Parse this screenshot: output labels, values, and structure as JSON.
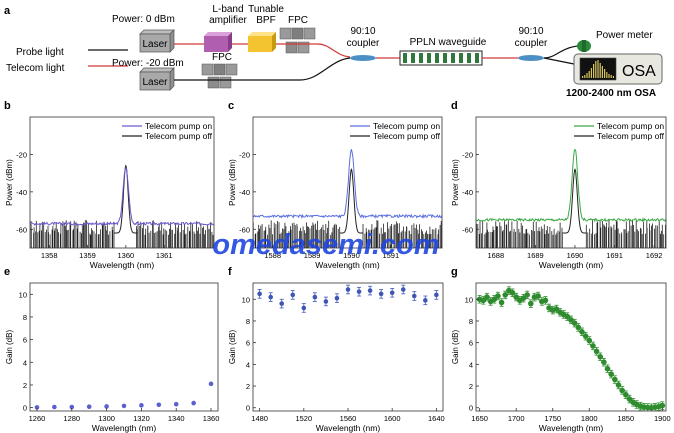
{
  "panel_labels": [
    "a",
    "b",
    "c",
    "d",
    "e",
    "f",
    "g"
  ],
  "setup": {
    "probe_light": "Probe light",
    "telecom_light": "Telecom light",
    "power_probe": "Power: 0 dBm",
    "power_telecom": "Power: -20 dBm",
    "laser": "Laser",
    "amplifier": [
      "L-band",
      "amplifier"
    ],
    "bpf": [
      "Tunable",
      "BPF"
    ],
    "fpc": "FPC",
    "coupler": [
      "90:10",
      "coupler"
    ],
    "waveguide": "PPLN waveguide",
    "power_meter": "Power meter",
    "osa": "OSA",
    "osa_range": "1200-2400 nm OSA"
  },
  "watermark": "omedasemi.com",
  "colors": {
    "pump_on_b": "#6a5acd",
    "pump_on_c": "#5b6ee1",
    "pump_on_d": "#3aa845",
    "pump_off": "#222222",
    "gain_e": "#5b5fd0",
    "gain_f": "#3f56b5",
    "gain_g": "#2e8b2e",
    "probe_line": "#111111",
    "telecom_line": "#d23a3a"
  },
  "chart_data": [
    {
      "id": "b",
      "type": "line",
      "xlabel": "Wavelength (nm)",
      "ylabel": "Power (dBm)",
      "xlim": [
        1357.5,
        1362.3
      ],
      "ylim": [
        -70,
        0
      ],
      "xticks": [
        1358,
        1359,
        1360,
        1361
      ],
      "yticks": [
        -60,
        -40,
        -20
      ],
      "series": [
        {
          "name": "Telecom pump on",
          "peak_x": 1360,
          "peak_y": -27,
          "baseline": -57
        },
        {
          "name": "Telecom pump off",
          "peak_x": 1360,
          "peak_y": -26,
          "baseline": -62
        }
      ]
    },
    {
      "id": "c",
      "type": "line",
      "xlabel": "Wavelength (nm)",
      "ylabel": "Power (dBm)",
      "xlim": [
        1587.5,
        1592.3
      ],
      "ylim": [
        -70,
        0
      ],
      "xticks": [
        1588,
        1589,
        1590,
        1591
      ],
      "yticks": [
        -60,
        -40,
        -20
      ],
      "series": [
        {
          "name": "Telecom pump on",
          "peak_x": 1590,
          "peak_y": -17,
          "baseline": -53
        },
        {
          "name": "Telecom pump off",
          "peak_x": 1590,
          "peak_y": -28,
          "baseline": -62
        }
      ]
    },
    {
      "id": "d",
      "type": "line",
      "xlabel": "Wavelength (nm)",
      "ylabel": "Power (dBm)",
      "xlim": [
        1687.5,
        1692.3
      ],
      "ylim": [
        -70,
        0
      ],
      "xticks": [
        1688,
        1689,
        1690,
        1691,
        1692
      ],
      "yticks": [
        -60,
        -40,
        -20
      ],
      "series": [
        {
          "name": "Telecom pump on",
          "peak_x": 1690,
          "peak_y": -17,
          "baseline": -55
        },
        {
          "name": "Telecom pump off",
          "peak_x": 1690,
          "peak_y": -28,
          "baseline": -62
        }
      ]
    },
    {
      "id": "e",
      "type": "scatter",
      "xlabel": "Wavelength (nm)",
      "ylabel": "Gain (dB)",
      "xlim": [
        1256,
        1364
      ],
      "ylim": [
        -0.3,
        11
      ],
      "xticks": [
        1260,
        1280,
        1300,
        1320,
        1340,
        1360
      ],
      "yticks": [
        0,
        2,
        4,
        6,
        8,
        10
      ],
      "x": [
        1260,
        1270,
        1280,
        1290,
        1300,
        1310,
        1320,
        1330,
        1340,
        1350,
        1360
      ],
      "y": [
        0.02,
        0.05,
        0.05,
        0.08,
        0.1,
        0.15,
        0.2,
        0.25,
        0.3,
        0.4,
        2.1
      ]
    },
    {
      "id": "f",
      "type": "scatter",
      "xlabel": "Wavelength (nm)",
      "ylabel": "Gain (dB)",
      "xlim": [
        1474,
        1646
      ],
      "ylim": [
        -0.3,
        11.5
      ],
      "xticks": [
        1480,
        1520,
        1560,
        1600,
        1640
      ],
      "yticks": [
        0,
        2,
        4,
        6,
        8,
        10
      ],
      "x": [
        1480,
        1490,
        1500,
        1510,
        1520,
        1530,
        1540,
        1550,
        1560,
        1570,
        1580,
        1590,
        1600,
        1610,
        1620,
        1630,
        1640
      ],
      "y": [
        10.5,
        10.2,
        9.6,
        10.4,
        9.2,
        10.2,
        9.8,
        10.1,
        10.9,
        10.7,
        10.8,
        10.5,
        10.6,
        10.9,
        10.3,
        9.9,
        10.4
      ],
      "err": [
        0.4,
        0.4,
        0.4,
        0.4,
        0.4,
        0.4,
        0.4,
        0.4,
        0.4,
        0.4,
        0.4,
        0.4,
        0.4,
        0.4,
        0.4,
        0.4,
        0.4
      ]
    },
    {
      "id": "g",
      "type": "scatter",
      "xlabel": "Wavelength (nm)",
      "ylabel": "Gain (dB)",
      "xlim": [
        1645,
        1905
      ],
      "ylim": [
        -0.3,
        11.5
      ],
      "xticks": [
        1650,
        1700,
        1750,
        1800,
        1850,
        1900
      ],
      "yticks": [
        0,
        2,
        4,
        6,
        8,
        10
      ],
      "x": [
        1650,
        1655,
        1660,
        1665,
        1670,
        1675,
        1680,
        1685,
        1690,
        1695,
        1700,
        1705,
        1710,
        1715,
        1720,
        1725,
        1730,
        1735,
        1740,
        1745,
        1750,
        1755,
        1760,
        1765,
        1770,
        1775,
        1780,
        1785,
        1790,
        1795,
        1800,
        1805,
        1810,
        1815,
        1820,
        1825,
        1830,
        1835,
        1840,
        1845,
        1850,
        1855,
        1860,
        1865,
        1870,
        1875,
        1880,
        1885,
        1890,
        1895,
        1900
      ],
      "y": [
        10.0,
        9.9,
        10.2,
        9.8,
        10.0,
        10.3,
        9.7,
        10.4,
        10.8,
        10.6,
        10.2,
        9.9,
        10.1,
        10.4,
        9.6,
        10.2,
        10.3,
        9.8,
        9.9,
        9.2,
        9.0,
        9.1,
        8.8,
        8.6,
        8.4,
        8.1,
        7.8,
        7.4,
        7.0,
        6.6,
        6.2,
        5.7,
        5.2,
        4.7,
        4.2,
        3.6,
        3.1,
        2.6,
        2.1,
        1.6,
        1.2,
        0.8,
        0.5,
        0.3,
        0.15,
        0.05,
        0.02,
        0.0,
        0.05,
        0.1,
        0.2
      ],
      "err": 0.35
    }
  ]
}
